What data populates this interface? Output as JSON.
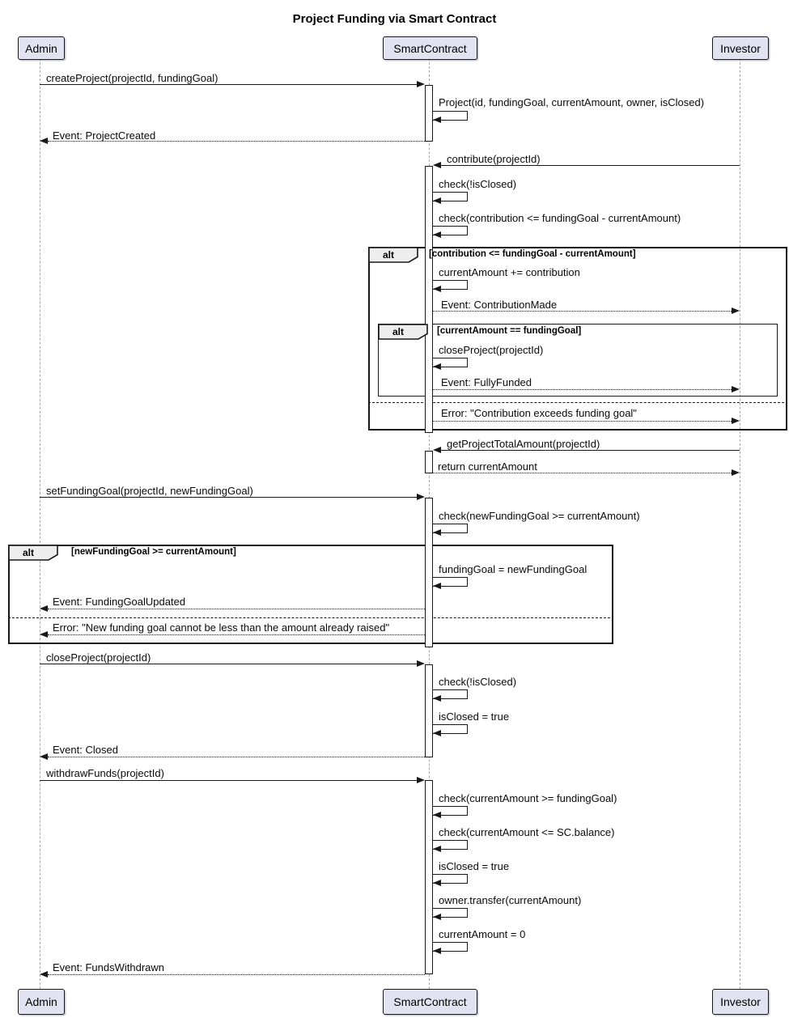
{
  "title": "Project Funding via Smart Contract",
  "participants": [
    {
      "name": "Admin"
    },
    {
      "name": "SmartContract"
    },
    {
      "name": "Investor"
    }
  ],
  "colors": {
    "participant_fill": "#E2E2F0",
    "frame_border": "#181818",
    "lifeline": "#A8A8A8",
    "group_header_fill": "#EEEEEE",
    "background": "#FFFFFF"
  },
  "alt_blocks": [
    {
      "operator": "alt",
      "condition": "[contribution <= fundingGoal - currentAmount]"
    },
    {
      "operator": "alt",
      "condition": "[currentAmount == fundingGoal]"
    },
    {
      "operator": "alt",
      "condition": "[newFundingGoal >= currentAmount]"
    }
  ],
  "messages": [
    {
      "from": "Admin",
      "to": "SmartContract",
      "line": "solid",
      "label": "createProject(projectId, fundingGoal)"
    },
    {
      "from": "SmartContract",
      "to": "SmartContract",
      "line": "self",
      "label": "Project(id, fundingGoal, currentAmount, owner, isClosed)"
    },
    {
      "from": "SmartContract",
      "to": "Admin",
      "line": "dotted",
      "label": "Event: ProjectCreated"
    },
    {
      "from": "Investor",
      "to": "SmartContract",
      "line": "solid",
      "label": "contribute(projectId)"
    },
    {
      "from": "SmartContract",
      "to": "SmartContract",
      "line": "self",
      "label": "check(!isClosed)"
    },
    {
      "from": "SmartContract",
      "to": "SmartContract",
      "line": "self",
      "label": "check(contribution <= fundingGoal - currentAmount)"
    },
    {
      "from": "SmartContract",
      "to": "SmartContract",
      "line": "self",
      "label": "currentAmount += contribution"
    },
    {
      "from": "SmartContract",
      "to": "Investor",
      "line": "dotted",
      "label": "Event: ContributionMade"
    },
    {
      "from": "SmartContract",
      "to": "SmartContract",
      "line": "self",
      "label": "closeProject(projectId)"
    },
    {
      "from": "SmartContract",
      "to": "Investor",
      "line": "dotted",
      "label": "Event: FullyFunded"
    },
    {
      "from": "SmartContract",
      "to": "Investor",
      "line": "dotted",
      "label": "Error: \"Contribution exceeds funding goal\""
    },
    {
      "from": "Investor",
      "to": "SmartContract",
      "line": "solid",
      "label": "getProjectTotalAmount(projectId)"
    },
    {
      "from": "SmartContract",
      "to": "Investor",
      "line": "dotted",
      "label": "return currentAmount"
    },
    {
      "from": "Admin",
      "to": "SmartContract",
      "line": "solid",
      "label": "setFundingGoal(projectId, newFundingGoal)"
    },
    {
      "from": "SmartContract",
      "to": "SmartContract",
      "line": "self",
      "label": "check(newFundingGoal >= currentAmount)"
    },
    {
      "from": "SmartContract",
      "to": "SmartContract",
      "line": "self",
      "label": "fundingGoal = newFundingGoal"
    },
    {
      "from": "SmartContract",
      "to": "Admin",
      "line": "dotted",
      "label": "Event: FundingGoalUpdated"
    },
    {
      "from": "SmartContract",
      "to": "Admin",
      "line": "dotted",
      "label": "Error: \"New funding goal cannot be less than the amount already raised\""
    },
    {
      "from": "Admin",
      "to": "SmartContract",
      "line": "solid",
      "label": "closeProject(projectId)"
    },
    {
      "from": "SmartContract",
      "to": "SmartContract",
      "line": "self",
      "label": "check(!isClosed)"
    },
    {
      "from": "SmartContract",
      "to": "SmartContract",
      "line": "self",
      "label": "isClosed = true"
    },
    {
      "from": "SmartContract",
      "to": "Admin",
      "line": "dotted",
      "label": "Event: Closed"
    },
    {
      "from": "Admin",
      "to": "SmartContract",
      "line": "solid",
      "label": "withdrawFunds(projectId)"
    },
    {
      "from": "SmartContract",
      "to": "SmartContract",
      "line": "self",
      "label": "check(currentAmount >= fundingGoal)"
    },
    {
      "from": "SmartContract",
      "to": "SmartContract",
      "line": "self",
      "label": "check(currentAmount <= SC.balance)"
    },
    {
      "from": "SmartContract",
      "to": "SmartContract",
      "line": "self",
      "label": "isClosed = true"
    },
    {
      "from": "SmartContract",
      "to": "SmartContract",
      "line": "self",
      "label": "owner.transfer(currentAmount)"
    },
    {
      "from": "SmartContract",
      "to": "SmartContract",
      "line": "self",
      "label": "currentAmount = 0"
    },
    {
      "from": "SmartContract",
      "to": "Admin",
      "line": "dotted",
      "label": "Event: FundsWithdrawn"
    }
  ]
}
